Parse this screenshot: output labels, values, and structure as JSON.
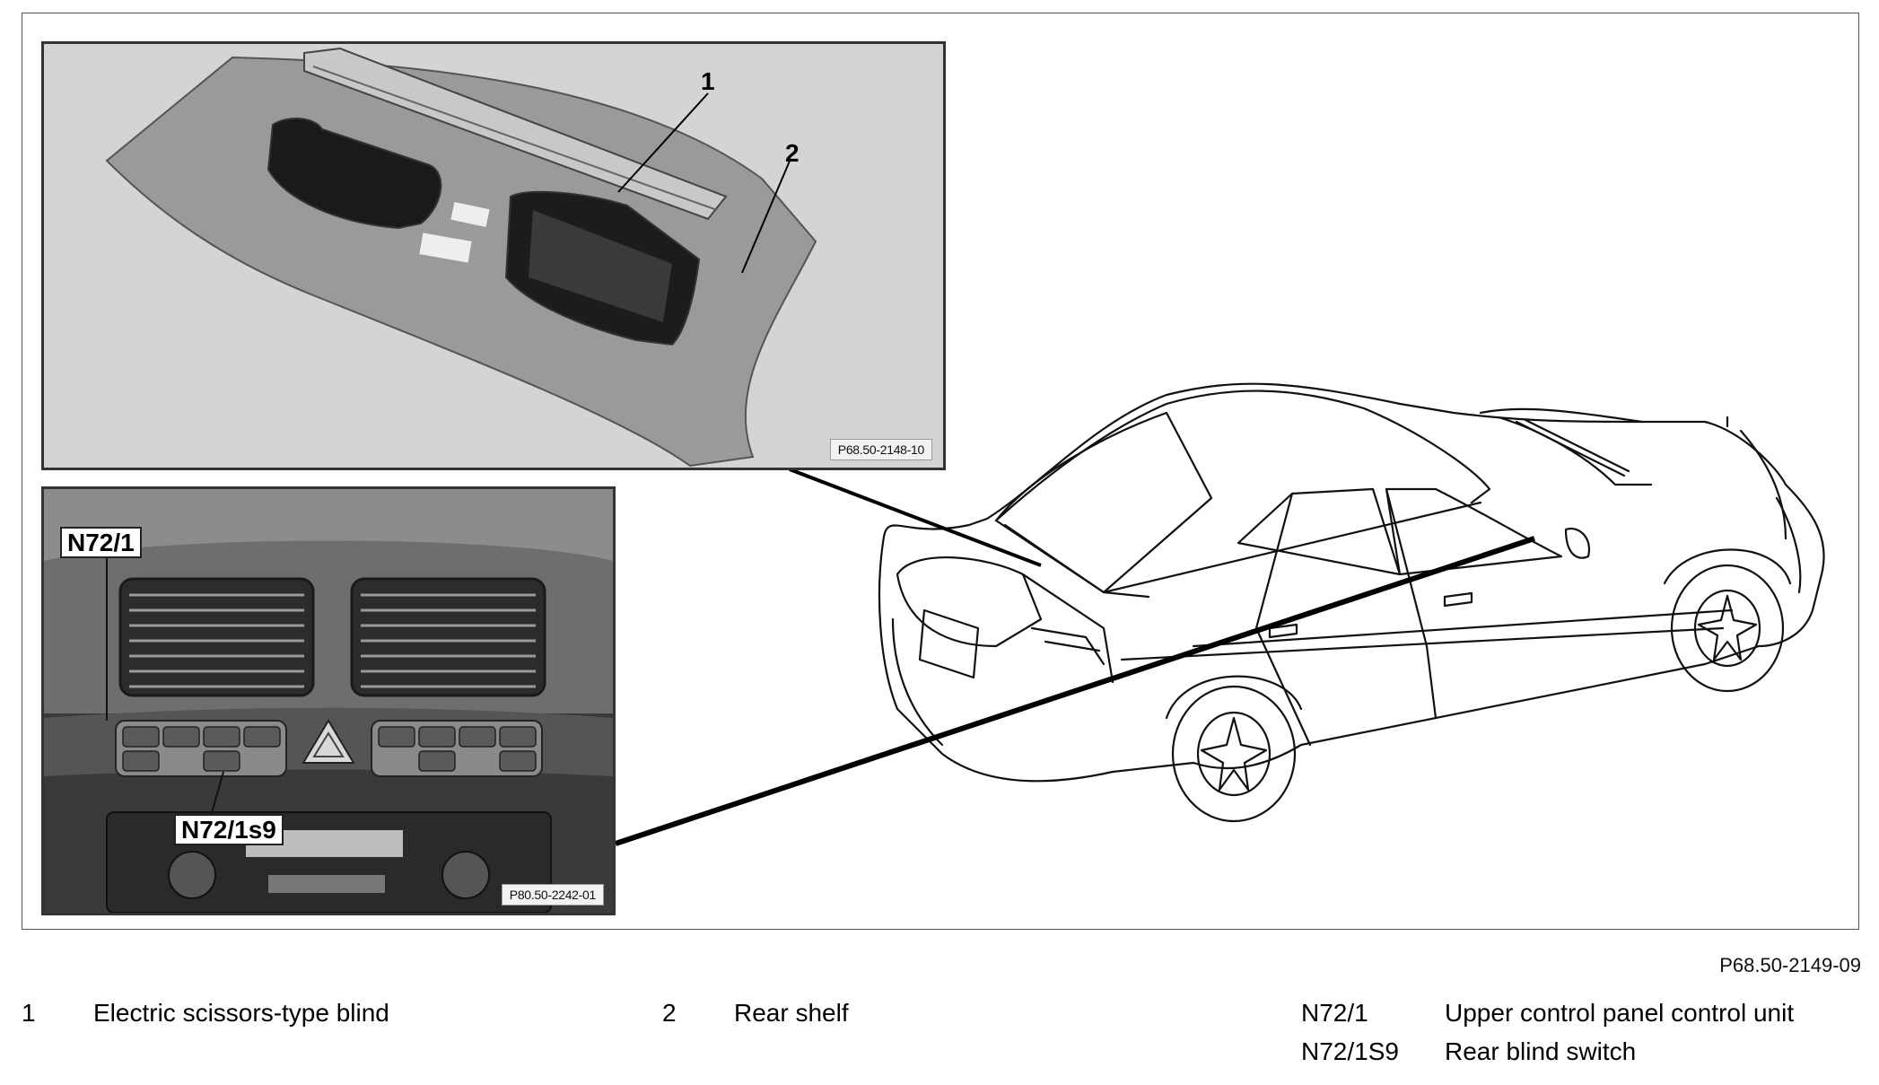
{
  "figure_code": "P68.50-2149-09",
  "insets": {
    "shelf": {
      "photo_code": "P68.50-2148-10",
      "callouts": [
        "1",
        "2"
      ]
    },
    "panel": {
      "photo_code": "P80.50-2242-01",
      "callouts": [
        "N72/1",
        "N72/1s9"
      ]
    }
  },
  "legend": [
    {
      "key": "1",
      "text": "Electric scissors-type blind"
    },
    {
      "key": "2",
      "text": "Rear shelf"
    },
    {
      "key": "N72/1",
      "text": "Upper control panel control unit"
    },
    {
      "key": "N72/1S9",
      "text": "Rear blind switch"
    }
  ]
}
